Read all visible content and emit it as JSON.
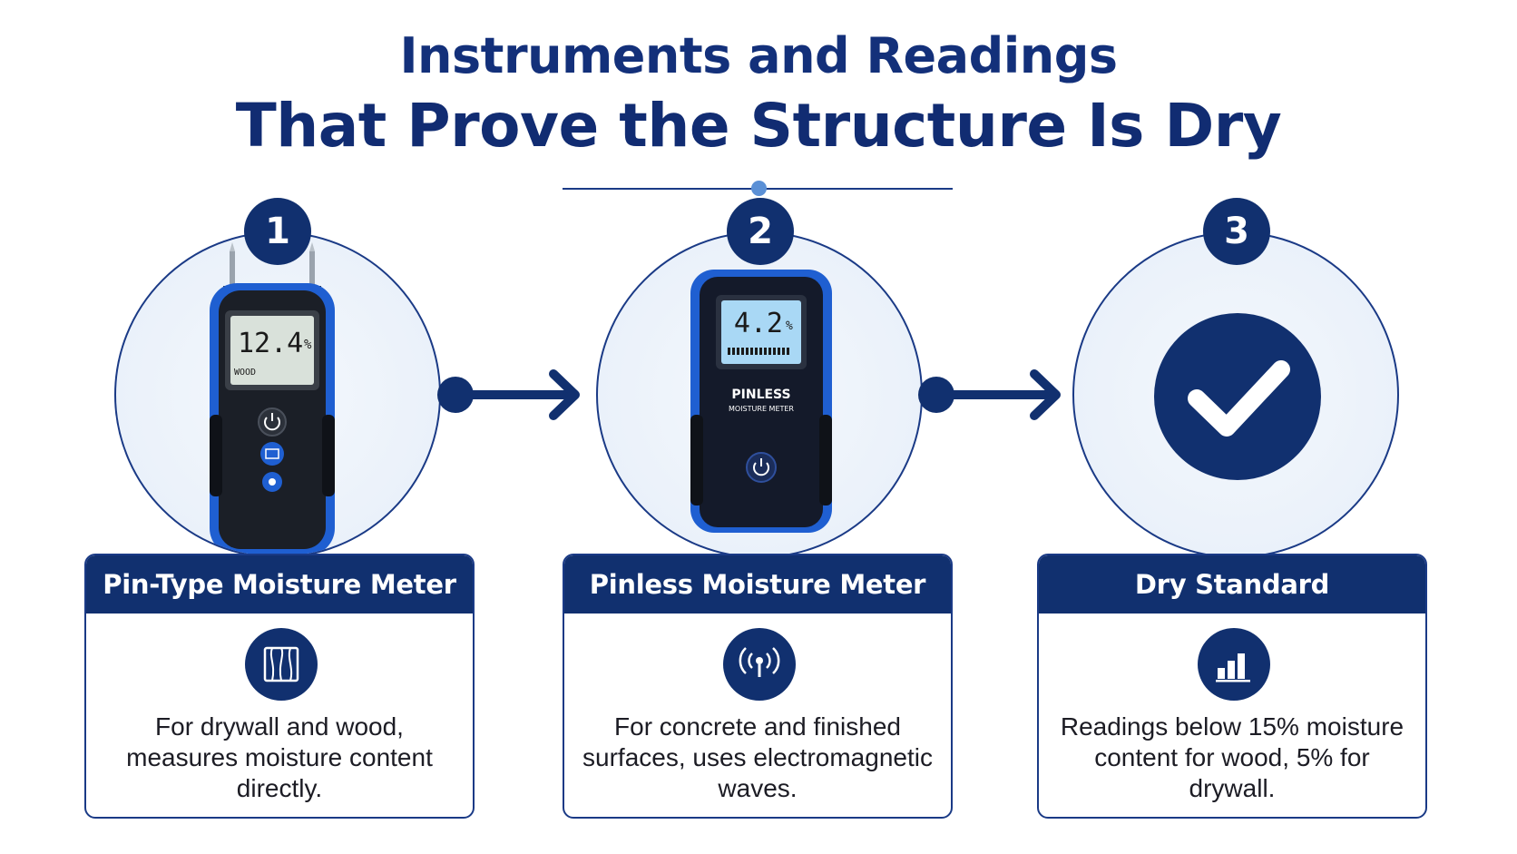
{
  "title": {
    "line1": "Instruments and Readings",
    "line2": "That Prove the Structure Is Dry"
  },
  "steps": [
    {
      "number": "1",
      "heading": "Pin-Type Moisture Meter",
      "icon": "wood-grain-icon",
      "description": "For drywall and wood, measures moisture content directly.",
      "device": {
        "reading": "12.4",
        "unit": "%",
        "mode": "WOOD",
        "illustration": "pin-type-moisture-meter"
      }
    },
    {
      "number": "2",
      "heading": "Pinless Moisture Meter",
      "icon": "signal-waves-icon",
      "description": "For concrete and finished surfaces, uses electromagnetic waves.",
      "device": {
        "reading": "4.2",
        "unit": "%",
        "brand": "PINLESS",
        "subtitle": "MOISTURE METER",
        "illustration": "pinless-moisture-meter"
      }
    },
    {
      "number": "3",
      "heading": "Dry Standard",
      "icon": "bar-chart-icon",
      "description": "Readings below 15% moisture content for wood, 5% for drywall.",
      "device": {
        "illustration": "checkmark"
      }
    }
  ],
  "colors": {
    "navy": "#11306f",
    "accent_blue": "#1f5fd1",
    "circle_fill": "#e6eef8",
    "divider_dot": "#5b90d6"
  }
}
